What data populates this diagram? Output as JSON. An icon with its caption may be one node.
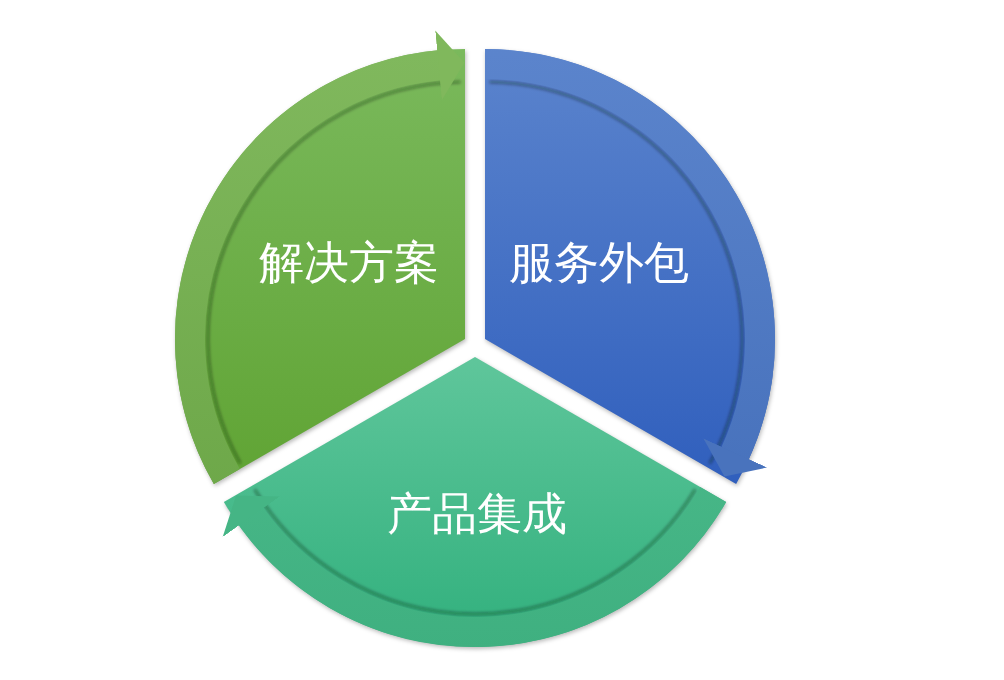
{
  "diagram": {
    "nodes": [
      {
        "text": [
          "解决方案"
        ]
      },
      {
        "text": [
          "服务外包"
        ]
      },
      {
        "text": [
          "产品集成"
        ]
      }
    ],
    "edges": [
      {
        "from": 0,
        "to": 1,
        "arrow": "to",
        "style": "thick",
        "color": "#70b048"
      },
      {
        "from": 1,
        "to": 2,
        "arrow": "to",
        "style": "thick",
        "color": "#4674c6"
      },
      {
        "from": 2,
        "to": 0,
        "arrow": "to",
        "style": "thick",
        "color": "#45bf8b"
      }
    ]
  }
}
